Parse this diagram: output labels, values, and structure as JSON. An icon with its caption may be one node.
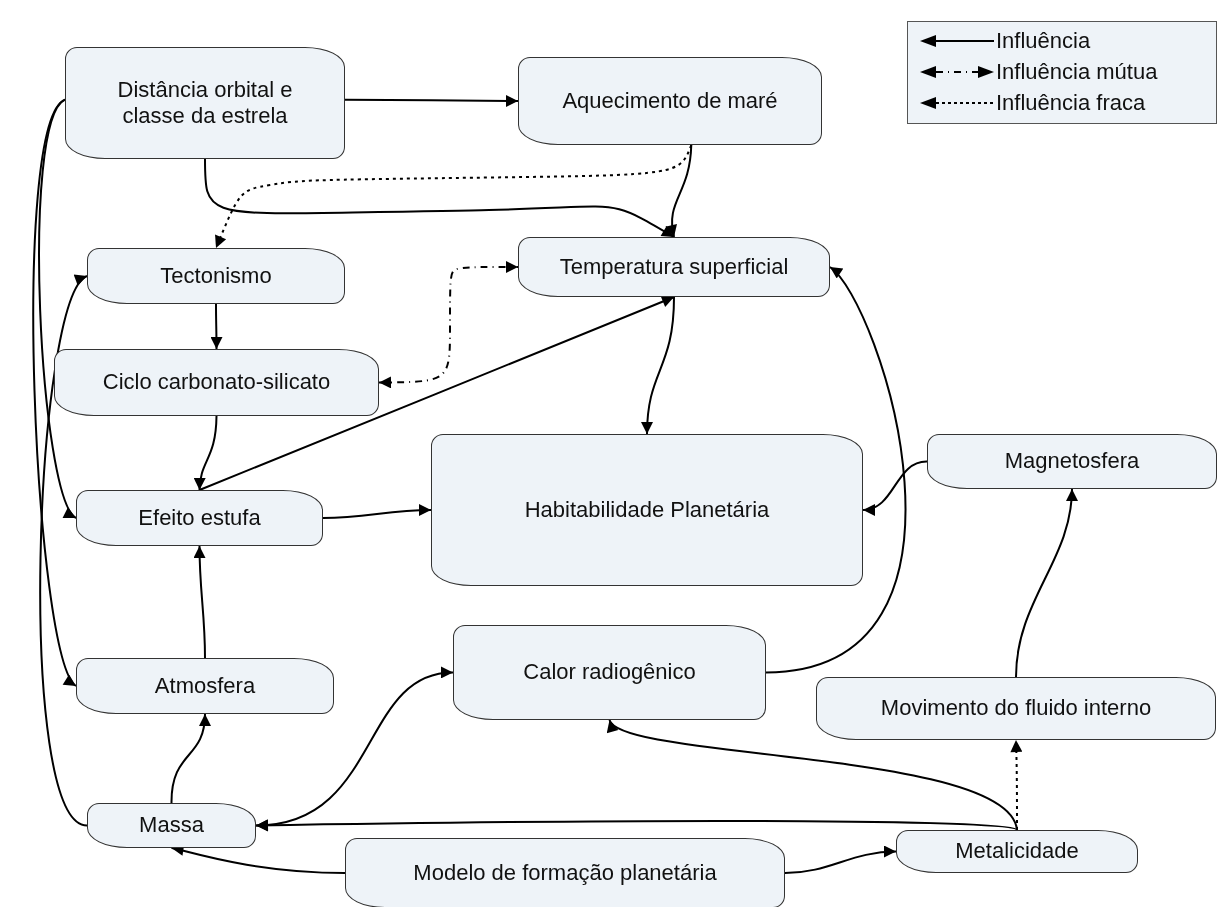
{
  "diagram": {
    "nodes": [
      {
        "text": [
          "Distância orbital e classe da estrela"
        ]
      },
      {
        "text": [
          "Aquecimento de maré"
        ]
      },
      {
        "text": [
          "Tectonismo"
        ]
      },
      {
        "text": [
          "Temperatura superficial"
        ]
      },
      {
        "text": [
          "Ciclo carbonato-silicato"
        ]
      },
      {
        "text": [
          "Efeito estufa"
        ]
      },
      {
        "text": [
          "Habitabilidade Planetária"
        ]
      },
      {
        "text": [
          "Magnetosfera"
        ]
      },
      {
        "text": [
          "Atmosfera"
        ]
      },
      {
        "text": [
          "Calor radiogênico"
        ]
      },
      {
        "text": [
          "Movimento do fluido interno"
        ]
      },
      {
        "text": [
          "Massa"
        ]
      },
      {
        "text": [
          "Modelo de formação planetária"
        ]
      },
      {
        "text": [
          "Metalicidade"
        ]
      }
    ],
    "edges": [
      {
        "from": 0,
        "to": 1,
        "arrow": "to"
      },
      {
        "from": 0,
        "to": 3,
        "arrow": "to"
      },
      {
        "from": 1,
        "to": 3,
        "arrow": "to"
      },
      {
        "from": 1,
        "to": 2,
        "arrow": "to",
        "style": "dashed"
      },
      {
        "from": 4,
        "to": 3,
        "arrow": "both",
        "style": "dashed"
      },
      {
        "from": 2,
        "to": 4,
        "arrow": "to"
      },
      {
        "from": 4,
        "to": 5,
        "arrow": "to"
      },
      {
        "from": 5,
        "to": 3,
        "arrow": "to"
      },
      {
        "from": 3,
        "to": 6,
        "arrow": "to"
      },
      {
        "from": 5,
        "to": 6,
        "arrow": "to"
      },
      {
        "from": 7,
        "to": 6,
        "arrow": "to"
      },
      {
        "from": 9,
        "to": 3,
        "arrow": "to"
      },
      {
        "from": 8,
        "to": 5,
        "arrow": "to"
      },
      {
        "from": 11,
        "to": 8,
        "arrow": "to"
      },
      {
        "from": 0,
        "to": 5,
        "arrow": "to"
      },
      {
        "from": 0,
        "to": 8,
        "arrow": "to"
      },
      {
        "from": 11,
        "to": 2,
        "arrow": "to"
      },
      {
        "from": 9,
        "to": 11,
        "arrow": "both"
      },
      {
        "from": 13,
        "to": 11,
        "arrow": "to"
      },
      {
        "from": 13,
        "to": 9,
        "arrow": "to"
      },
      {
        "from": 13,
        "to": 10,
        "arrow": "to",
        "style": "dashed"
      },
      {
        "from": 10,
        "to": 7,
        "arrow": "to"
      },
      {
        "from": 12,
        "to": 11,
        "arrow": "to"
      },
      {
        "from": 12,
        "to": 13,
        "arrow": "to"
      }
    ],
    "legend": [
      {
        "text": "Influência"
      },
      {
        "text": "Influência mútua"
      },
      {
        "text": "Influência fraca"
      }
    ]
  }
}
